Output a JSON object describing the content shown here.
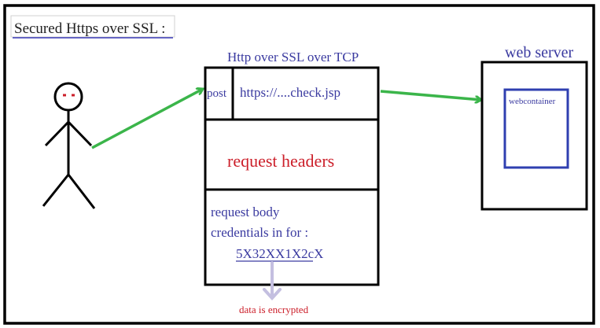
{
  "title": "Secured Https over SSL :",
  "request_packet": {
    "heading": "Http over SSL over TCP",
    "method": "post",
    "url": "https://....check.jsp",
    "headers_label": "request headers",
    "body_label": "request body",
    "credentials_label": "credentials in for :",
    "encrypted_value": "5X32XX1X2cX"
  },
  "annotation": "data is encrypted",
  "server": {
    "label": "web server",
    "container_label": "webcontainer"
  },
  "colors": {
    "frame": "#000000",
    "title_underline": "#3a3ab8",
    "blue_text": "#3a3aa0",
    "red_text": "#cc1f2a",
    "green_arrow": "#3bb54a",
    "annotation_arrow": "#c4bfe0",
    "container_box": "#2f3fb0"
  },
  "icons": {
    "person": "stick-figure-icon"
  }
}
